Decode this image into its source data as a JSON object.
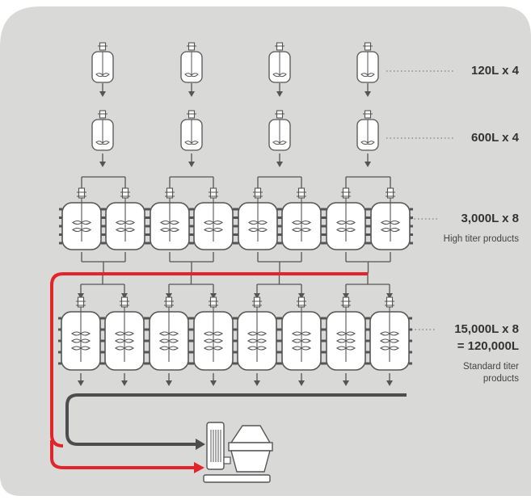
{
  "colors": {
    "panel": "#d9d9d8",
    "vessel_fill": "#ffffff",
    "vessel_stroke": "#555555",
    "line_gray": "#555555",
    "flow_red": "#e1252a",
    "flow_dark": "#4d4d4f",
    "label_text": "#333333"
  },
  "icons": {
    "vessel": "bioreactor-vessel-icon",
    "arrow": "arrow-down-icon",
    "purification": "purification-unit-icon"
  },
  "stages": [
    {
      "name": "120L",
      "vessel_count": 4,
      "label": "120L x 4"
    },
    {
      "name": "600L",
      "vessel_count": 4,
      "label": "600L x 4"
    },
    {
      "name": "3000L",
      "vessel_count": 8,
      "label": "3,000L x 8",
      "sublabel": "High titer products"
    },
    {
      "name": "15000L",
      "vessel_count": 8,
      "label": "15,000L x 8",
      "label2": "= 120,000L",
      "sublabel1": "Standard titer",
      "sublabel2": "products"
    }
  ]
}
